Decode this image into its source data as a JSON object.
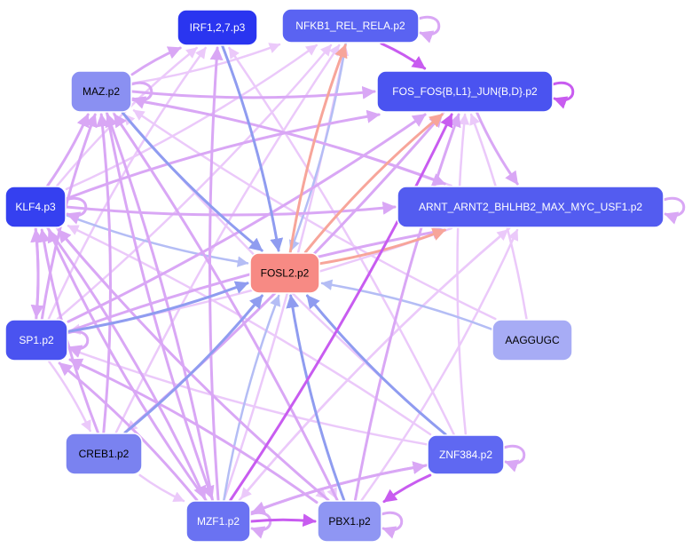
{
  "colors": {
    "background": "#ffffff",
    "node_border": "#ffffff",
    "edge_violet": "#d9a7f5",
    "edge_violet_light": "#ebc9fa",
    "edge_magenta": "#c85cf0",
    "edge_blue": "#8f9cf0",
    "edge_blue_light": "#b4bdf5",
    "edge_salmon": "#f7a59a"
  },
  "nodes": [
    {
      "id": "irf",
      "label": "IRF1,2,7.p3",
      "fill": "#2a35f0",
      "text": "#ffffff"
    },
    {
      "id": "nfkb",
      "label": "NFKB1_REL_RELA.p2",
      "fill": "#5a63f2",
      "text": "#ffffff"
    },
    {
      "id": "maz",
      "label": "MAZ.p2",
      "fill": "#8a90f2",
      "text": "#000000"
    },
    {
      "id": "fos",
      "label": "FOS_FOS{B,L1}_JUN{B,D}.p2",
      "fill": "#4a53f0",
      "text": "#ffffff"
    },
    {
      "id": "klf4",
      "label": "KLF4.p3",
      "fill": "#3540f0",
      "text": "#ffffff"
    },
    {
      "id": "arnt",
      "label": "ARNT_ARNT2_BHLHB2_MAX_MYC_USF1.p2",
      "fill": "#535cf0",
      "text": "#ffffff"
    },
    {
      "id": "fosl2",
      "label": "FOSL2.p2",
      "fill": "#f78a84",
      "text": "#000000"
    },
    {
      "id": "sp1",
      "label": "SP1.p2",
      "fill": "#4a53f0",
      "text": "#ffffff"
    },
    {
      "id": "aaggugc",
      "label": "AAGGUGC",
      "fill": "#a7acf5",
      "text": "#000000"
    },
    {
      "id": "creb1",
      "label": "CREB1.p2",
      "fill": "#7a82f0",
      "text": "#000000"
    },
    {
      "id": "znf384",
      "label": "ZNF384.p2",
      "fill": "#5f68f2",
      "text": "#ffffff"
    },
    {
      "id": "mzf1",
      "label": "MZF1.p2",
      "fill": "#6a72f2",
      "text": "#ffffff"
    },
    {
      "id": "pbx1",
      "label": "PBX1.p2",
      "fill": "#8f96f3",
      "text": "#000000"
    }
  ],
  "edges": [
    {
      "from": "klf4",
      "to": "fosl2",
      "color": "edge_blue_light"
    },
    {
      "from": "maz",
      "to": "fosl2",
      "color": "edge_blue"
    },
    {
      "from": "irf",
      "to": "fosl2",
      "color": "edge_blue"
    },
    {
      "from": "nfkb",
      "to": "fosl2",
      "color": "edge_blue_light"
    },
    {
      "from": "sp1",
      "to": "fosl2",
      "color": "edge_blue"
    },
    {
      "from": "aaggugc",
      "to": "fosl2",
      "color": "edge_blue_light"
    },
    {
      "from": "znf384",
      "to": "fosl2",
      "color": "edge_blue"
    },
    {
      "from": "creb1",
      "to": "fosl2",
      "color": "edge_blue"
    },
    {
      "from": "mzf1",
      "to": "fosl2",
      "color": "edge_blue_light"
    },
    {
      "from": "pbx1",
      "to": "fosl2",
      "color": "edge_blue"
    },
    {
      "from": "fosl2",
      "to": "fos",
      "color": "edge_salmon"
    },
    {
      "from": "fosl2",
      "to": "arnt",
      "color": "edge_salmon"
    },
    {
      "from": "fosl2",
      "to": "nfkb",
      "color": "edge_salmon"
    },
    {
      "from": "mzf1",
      "to": "fos",
      "color": "edge_magenta"
    },
    {
      "from": "nfkb",
      "to": "fos",
      "color": "edge_magenta"
    },
    {
      "from": "znf384",
      "to": "pbx1",
      "color": "edge_magenta"
    },
    {
      "from": "fos",
      "to": "arnt",
      "color": "edge_violet"
    },
    {
      "from": "maz",
      "to": "irf",
      "color": "edge_violet"
    },
    {
      "from": "maz",
      "to": "nfkb",
      "color": "edge_violet_light"
    },
    {
      "from": "maz",
      "to": "fos",
      "color": "edge_violet"
    },
    {
      "from": "maz",
      "to": "arnt",
      "color": "edge_violet"
    },
    {
      "from": "klf4",
      "to": "maz",
      "color": "edge_violet"
    },
    {
      "from": "klf4",
      "to": "irf",
      "color": "edge_violet_light"
    },
    {
      "from": "klf4",
      "to": "nfkb",
      "color": "edge_violet_light"
    },
    {
      "from": "klf4",
      "to": "fos",
      "color": "edge_violet"
    },
    {
      "from": "klf4",
      "to": "arnt",
      "color": "edge_violet"
    },
    {
      "from": "klf4",
      "to": "sp1",
      "color": "edge_violet"
    },
    {
      "from": "sp1",
      "to": "klf4",
      "color": "edge_violet"
    },
    {
      "from": "sp1",
      "to": "maz",
      "color": "edge_violet"
    },
    {
      "from": "sp1",
      "to": "irf",
      "color": "edge_violet_light"
    },
    {
      "from": "sp1",
      "to": "nfkb",
      "color": "edge_violet_light"
    },
    {
      "from": "sp1",
      "to": "fos",
      "color": "edge_violet"
    },
    {
      "from": "sp1",
      "to": "arnt",
      "color": "edge_violet"
    },
    {
      "from": "creb1",
      "to": "maz",
      "color": "edge_violet"
    },
    {
      "from": "creb1",
      "to": "klf4",
      "color": "edge_violet"
    },
    {
      "from": "creb1",
      "to": "fos",
      "color": "edge_violet"
    },
    {
      "from": "creb1",
      "to": "nfkb",
      "color": "edge_violet_light"
    },
    {
      "from": "mzf1",
      "to": "irf",
      "color": "edge_violet"
    },
    {
      "from": "mzf1",
      "to": "nfkb",
      "color": "edge_violet_light"
    },
    {
      "from": "mzf1",
      "to": "maz",
      "color": "edge_violet"
    },
    {
      "from": "mzf1",
      "to": "klf4",
      "color": "edge_violet"
    },
    {
      "from": "mzf1",
      "to": "sp1",
      "color": "edge_violet"
    },
    {
      "from": "mzf1",
      "to": "arnt",
      "color": "edge_violet_light"
    },
    {
      "from": "mzf1",
      "to": "pbx1",
      "color": "edge_magenta"
    },
    {
      "from": "mzf1",
      "to": "znf384",
      "color": "edge_violet"
    },
    {
      "from": "pbx1",
      "to": "maz",
      "color": "edge_violet"
    },
    {
      "from": "pbx1",
      "to": "klf4",
      "color": "edge_violet"
    },
    {
      "from": "pbx1",
      "to": "sp1",
      "color": "edge_violet"
    },
    {
      "from": "pbx1",
      "to": "arnt",
      "color": "edge_violet_light"
    },
    {
      "from": "pbx1",
      "to": "fos",
      "color": "edge_violet"
    },
    {
      "from": "znf384",
      "to": "maz",
      "color": "edge_violet_light"
    },
    {
      "from": "znf384",
      "to": "klf4",
      "color": "edge_violet_light"
    },
    {
      "from": "znf384",
      "to": "sp1",
      "color": "edge_violet_light"
    },
    {
      "from": "znf384",
      "to": "irf",
      "color": "edge_violet_light"
    },
    {
      "from": "znf384",
      "to": "fos",
      "color": "edge_violet_light"
    },
    {
      "from": "znf384",
      "to": "mzf1",
      "color": "edge_violet"
    },
    {
      "from": "arnt",
      "to": "mzf1",
      "color": "edge_violet_light"
    },
    {
      "from": "arnt",
      "to": "sp1",
      "color": "edge_violet_light"
    },
    {
      "from": "arnt",
      "to": "maz",
      "color": "edge_violet_light"
    },
    {
      "from": "fos",
      "to": "creb1",
      "color": "edge_violet_light"
    },
    {
      "from": "aaggugc",
      "to": "fos",
      "color": "edge_violet_light"
    },
    {
      "from": "aaggugc",
      "to": "maz",
      "color": "edge_violet_light"
    },
    {
      "from": "klf4",
      "to": "pbx1",
      "color": "edge_violet_light"
    },
    {
      "from": "maz",
      "to": "pbx1",
      "color": "edge_violet_light"
    },
    {
      "from": "creb1",
      "to": "mzf1",
      "color": "edge_violet_light"
    },
    {
      "from": "sp1",
      "to": "creb1",
      "color": "edge_violet_light"
    },
    {
      "from": "klf4",
      "to": "mzf1",
      "color": "edge_violet"
    },
    {
      "from": "maz",
      "to": "mzf1",
      "color": "edge_violet"
    },
    {
      "from": "nfkb",
      "to": "nfkb",
      "color": "edge_violet",
      "self": true
    },
    {
      "from": "fos",
      "to": "fos",
      "color": "edge_magenta",
      "self": true
    },
    {
      "from": "arnt",
      "to": "arnt",
      "color": "edge_violet",
      "self": true
    },
    {
      "from": "maz",
      "to": "maz",
      "color": "edge_violet",
      "self": true
    },
    {
      "from": "klf4",
      "to": "klf4",
      "color": "edge_violet",
      "self": true
    },
    {
      "from": "sp1",
      "to": "sp1",
      "color": "edge_violet",
      "self": true
    },
    {
      "from": "znf384",
      "to": "znf384",
      "color": "edge_violet",
      "self": true
    },
    {
      "from": "mzf1",
      "to": "mzf1",
      "color": "edge_violet",
      "self": true
    },
    {
      "from": "pbx1",
      "to": "pbx1",
      "color": "edge_violet",
      "self": true
    }
  ]
}
